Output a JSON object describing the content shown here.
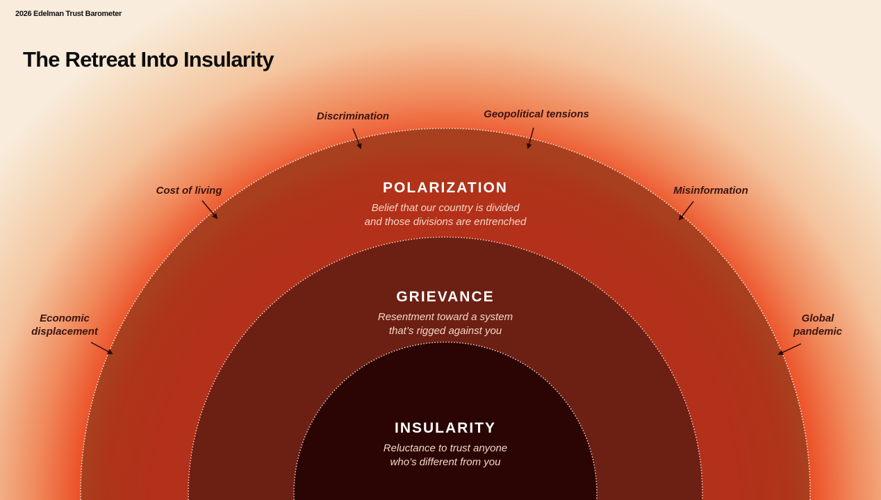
{
  "header": {
    "brand": "2026 Edelman Trust Barometer",
    "title": "The Retreat Into Insularity"
  },
  "causes": [
    {
      "id": "discrimination",
      "label": "Discrimination"
    },
    {
      "id": "geopolitical",
      "label": "Geopolitical tensions"
    },
    {
      "id": "cost-of-living",
      "label": "Cost of living"
    },
    {
      "id": "misinformation",
      "label": "Misinformation"
    },
    {
      "id": "economic-displacement",
      "line1": "Economic",
      "line2": "displacement"
    },
    {
      "id": "global-pandemic",
      "line1": "Global",
      "line2": "pandemic"
    }
  ],
  "rings": {
    "polarization": {
      "title": "POLARIZATION",
      "line1": "Belief that our country is divided",
      "line2": "and those divisions are entrenched",
      "color": "#b3301a"
    },
    "grievance": {
      "title": "GRIEVANCE",
      "line1": "Resentment toward a system",
      "line2": "that’s rigged against you",
      "color": "#6c2013"
    },
    "insularity": {
      "title": "INSULARITY",
      "line1": "Reluctance to trust anyone",
      "line2": "who’s different from you",
      "color": "#2a0504"
    }
  }
}
